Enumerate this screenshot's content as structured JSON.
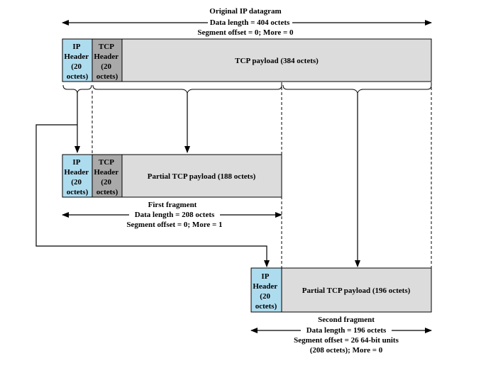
{
  "colors": {
    "ip_header": "#aedcef",
    "tcp_header": "#a9a9a9",
    "payload": "#dcdcdc",
    "line": "#000000"
  },
  "original": {
    "caption": [
      "Original IP datagram",
      "Data length = 404 octets",
      "Segment offset = 0; More = 0"
    ],
    "ip_header": [
      "IP",
      "Header",
      "(20",
      "octets)"
    ],
    "tcp_header": [
      "TCP",
      "Header",
      "(20",
      "octets)"
    ],
    "payload": "TCP payload (384 octets)"
  },
  "first": {
    "ip_header": [
      "IP",
      "Header",
      "(20",
      "octets)"
    ],
    "tcp_header": [
      "TCP",
      "Header",
      "(20",
      "octets)"
    ],
    "payload": "Partial TCP payload (188 octets)",
    "caption": [
      "First fragment",
      "Data length = 208 octets",
      "Segment offset = 0; More = 1"
    ]
  },
  "second": {
    "ip_header": [
      "IP",
      "Header",
      "(20",
      "octets)"
    ],
    "payload": "Partial TCP payload (196 octets)",
    "caption": [
      "Second fragment",
      "Data length = 196 octets",
      "Segment offset = 26 64-bit units",
      "(208 octets); More = 0"
    ]
  }
}
